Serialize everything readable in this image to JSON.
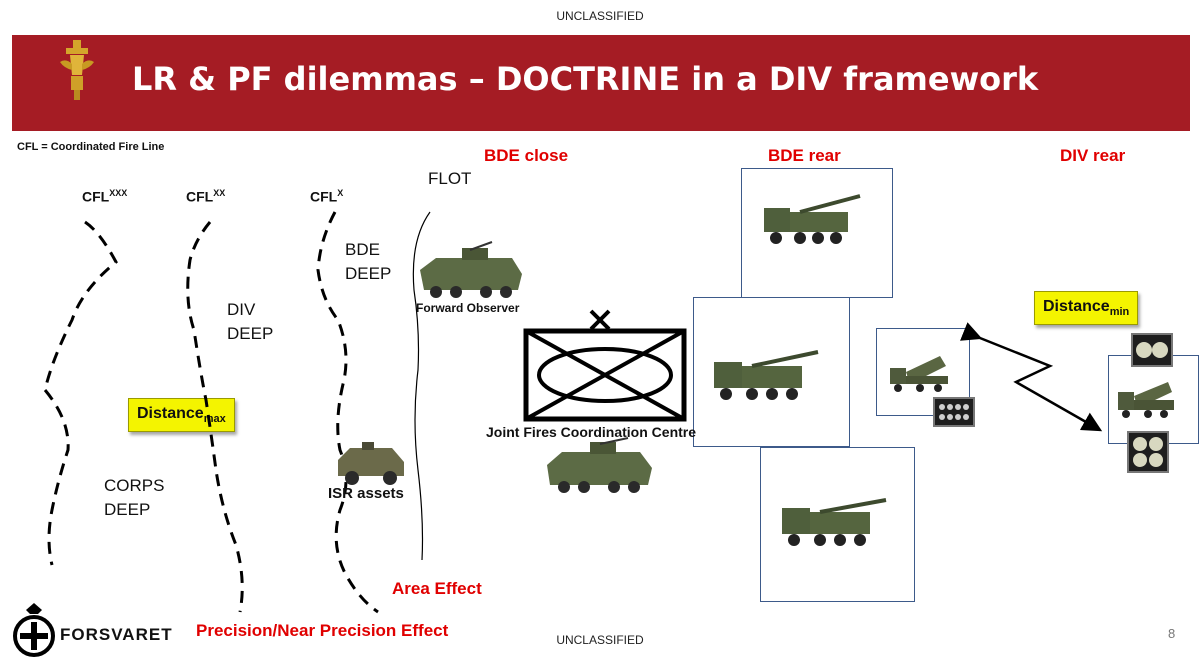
{
  "header": {
    "classification_top": "UNCLASSIFIED",
    "title": "LR & PF dilemmas – DOCTRINE in a DIV framework"
  },
  "legend_note": "CFL = Coordinated Fire Line",
  "fire_lines": {
    "cfl_corps_base": "CFL",
    "cfl_corps_sup": "XXX",
    "cfl_div_base": "CFL",
    "cfl_div_sup": "XX",
    "cfl_bde_base": "CFL",
    "cfl_bde_sup": "X",
    "flot": "FLOT"
  },
  "zones": {
    "bde_deep_1": "BDE",
    "bde_deep_2": "DEEP",
    "div_deep_1": "DIV",
    "div_deep_2": "DEEP",
    "corps_deep_1": "CORPS",
    "corps_deep_2": "DEEP"
  },
  "distance_max": {
    "base": "Distance",
    "sub": "max"
  },
  "distance_min": {
    "base": "Distance",
    "sub": "min"
  },
  "areas": {
    "bde_close": "BDE close",
    "bde_rear": "BDE rear",
    "div_rear": "DIV rear"
  },
  "assets": {
    "forward_observer": "Forward Observer",
    "isr_assets": "ISR assets",
    "jfcc": "Joint Fires Coordination Centre"
  },
  "effects": {
    "area_effect": "Area Effect",
    "precision_effect": "Precision/Near Precision Effect"
  },
  "footer": {
    "brand": "FORSVARET",
    "classification_bottom": "UNCLASSIFIED",
    "page_number": "8"
  },
  "colors": {
    "banner": "#a51c24",
    "red_text": "#e00000",
    "highlight": "#f4f400",
    "box_border": "#3d5a8a",
    "vehicle": "#4f5f3c"
  }
}
